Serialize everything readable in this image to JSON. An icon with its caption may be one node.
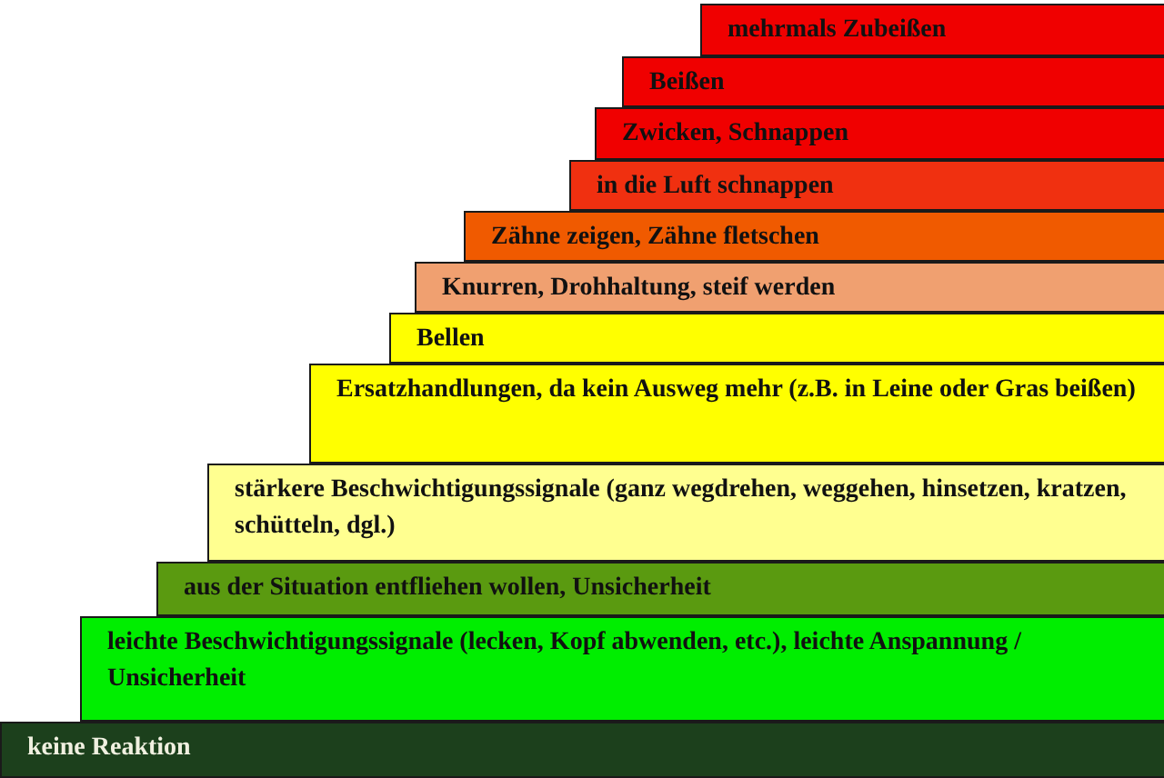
{
  "diagram": {
    "nodes": [
      {
        "text": [
          "mehrmals Zubeißen"
        ]
      },
      {
        "text": [
          "Beißen"
        ]
      },
      {
        "text": [
          "Zwicken, Schnappen"
        ]
      },
      {
        "text": [
          "in die Luft schnappen"
        ]
      },
      {
        "text": [
          "Zähne zeigen, Zähne fletschen"
        ]
      },
      {
        "text": [
          "Knurren, Drohhaltung, steif werden"
        ]
      },
      {
        "text": [
          "Bellen"
        ]
      },
      {
        "text": [
          "Ersatzhandlungen, da kein Ausweg mehr (z.B. in Leine oder Gras beißen)"
        ]
      },
      {
        "text": [
          "stärkere Beschwichtigungssignale (ganz wegdrehen, weggehen, hinsetzen, kratzen, schütteln, dgl.)"
        ]
      },
      {
        "text": [
          "aus der Situation entfliehen wollen, Unsicherheit"
        ]
      },
      {
        "text": [
          "leichte Beschwichtigungssignale (lecken, Kopf abwenden, etc.), leichte Anspannung / Unsicherheit"
        ]
      },
      {
        "text": [
          "keine Reaktion"
        ]
      }
    ]
  }
}
